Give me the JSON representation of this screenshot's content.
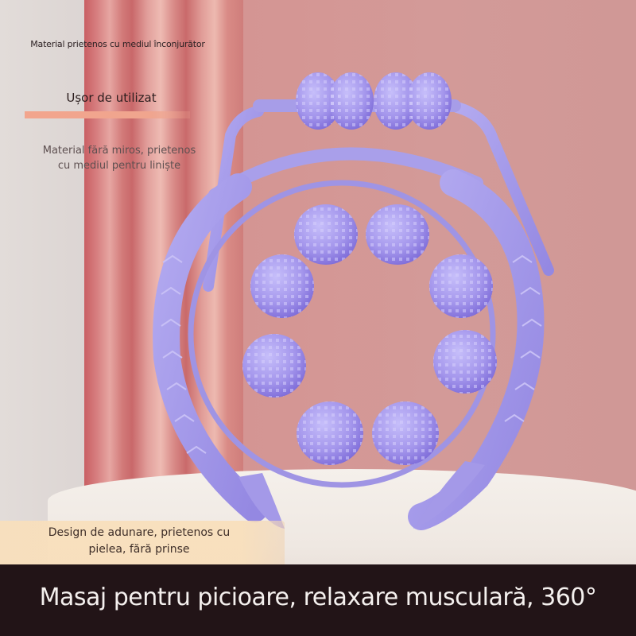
{
  "product": {
    "name": "purple-360-leg-massage-roller",
    "colors": {
      "roller": "#a79be9",
      "roller_shadow": "#7f6fdc",
      "frame": "#a89ee8",
      "curtain": "#d27a79",
      "wall": "#d09694",
      "pedestal": "#f2ece6",
      "banner_bg": "#221417",
      "accent_bar": "#f2a58d"
    }
  },
  "captions": {
    "top": "Material prietenos cu mediul înconjurător",
    "easy_use": "Ușor de utilizat",
    "odorless_line1": "Material fără miros, prietenos",
    "odorless_line2": "cu mediul pentru liniște",
    "design_line1": "Design de adunare, prietenos cu",
    "design_line2": "pielea, fără prinse"
  },
  "banner": {
    "text": "Masaj pentru picioare, relaxare musculară, 360°"
  }
}
